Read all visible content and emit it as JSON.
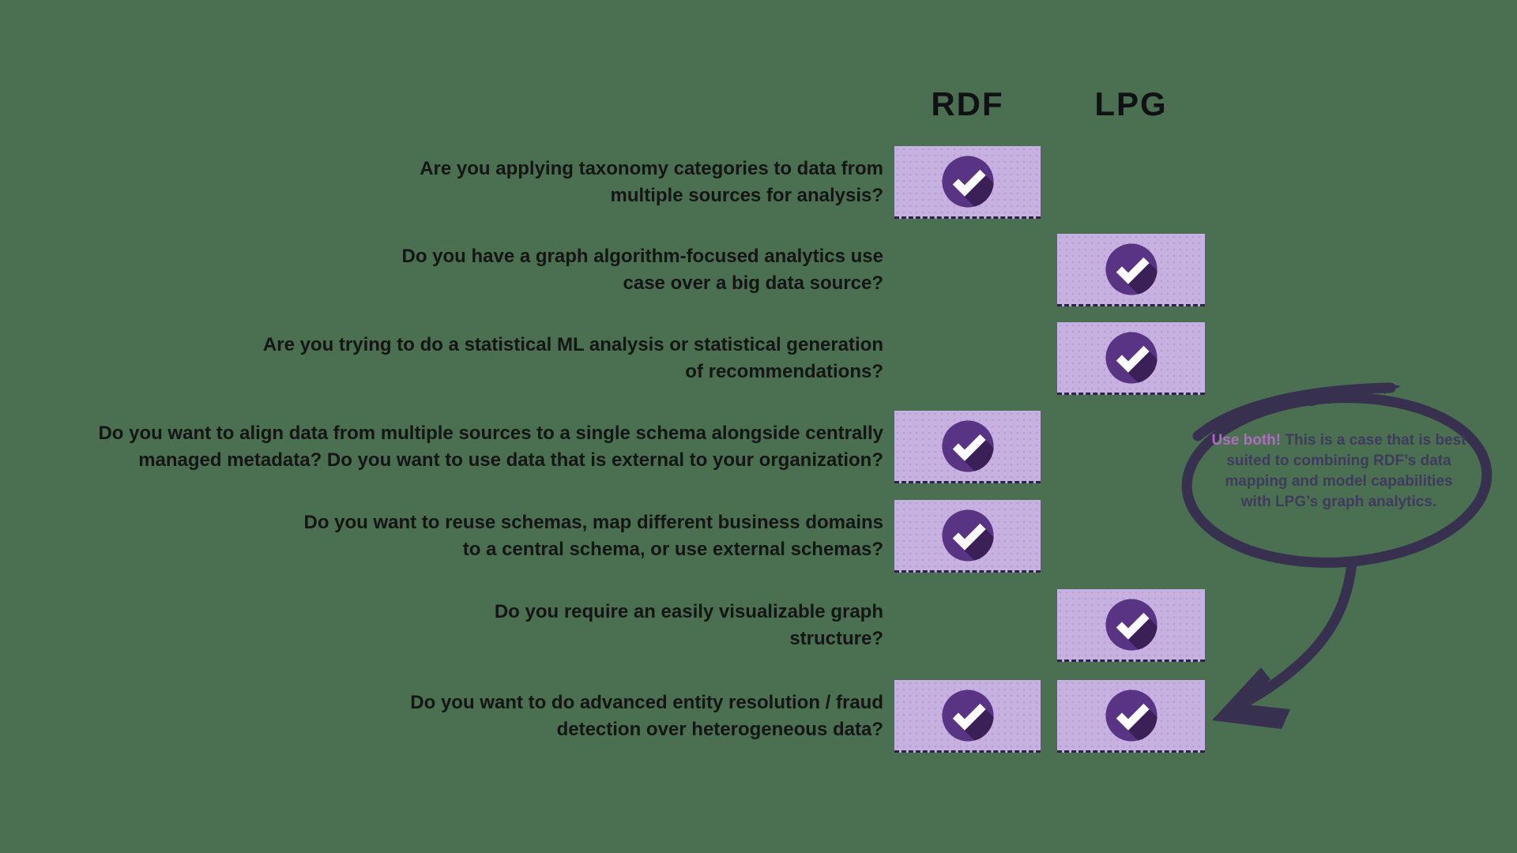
{
  "page": {
    "background_color": "#4A7051"
  },
  "columns": [
    {
      "id": "rdf",
      "label": "RDF"
    },
    {
      "id": "lpg",
      "label": "LPG"
    }
  ],
  "rows": [
    {
      "question": "Are you applying taxonomy categories to data from multiple sources for analysis?",
      "rdf": true,
      "lpg": false
    },
    {
      "question": "Do you have a graph algorithm-focused analytics use case over a big data source?",
      "rdf": false,
      "lpg": true
    },
    {
      "question": "Are you trying to do a statistical ML analysis or statistical generation of recommendations?",
      "rdf": false,
      "lpg": true
    },
    {
      "question": "Do you want to align data from multiple sources to a single schema alongside centrally managed metadata? Do you want to use data that is external to your organization?",
      "rdf": true,
      "lpg": false
    },
    {
      "question": "Do you want to reuse schemas, map different business domains to a central schema, or use external schemas?",
      "rdf": true,
      "lpg": false
    },
    {
      "question": "Do you require an easily visualizable graph structure?",
      "rdf": false,
      "lpg": true
    },
    {
      "question": "Do you want to do advanced entity resolution / fraud detection over heterogeneous data?",
      "rdf": true,
      "lpg": true
    }
  ],
  "callout": {
    "highlight": "Use both!",
    "text": "This is a case that is best suited to combining RDF’s data mapping and model capabilities with LPG’s graph analytics."
  },
  "icons": {
    "check": "check-icon"
  },
  "colors": {
    "background_green": "#4A7051",
    "cell_lavender": "#C7B1E1",
    "check_circle_purple": "#5A3484",
    "check_shadow_purple": "#3B2057",
    "check_mark_white": "#FCFBFE",
    "question_text": "#151515",
    "header_text": "#111113",
    "ink_annotation": "#37304F",
    "callout_body_text": "#3F3A5E",
    "callout_highlight": "#AF6BC0"
  }
}
